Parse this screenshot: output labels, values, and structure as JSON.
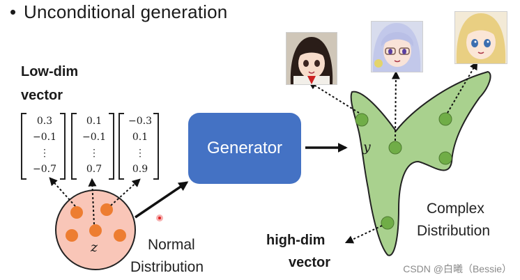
{
  "title": "Unconditional generation",
  "bullet": "•",
  "low_dim_label": [
    "Low-dim",
    "vector"
  ],
  "vectors": [
    [
      "0.3",
      "−0.1",
      "⋮",
      "−0.7"
    ],
    [
      "0.1",
      "−0.1",
      "⋮",
      "0.7"
    ],
    [
      "−0.3",
      "0.1",
      "⋮",
      "0.9"
    ]
  ],
  "z_label": "z",
  "normal_distribution": [
    "Normal",
    "Distribution"
  ],
  "generator": "Generator",
  "y_label": "y",
  "complex_distribution": [
    "Complex",
    "Distribution"
  ],
  "high_dim_label": [
    "high-dim",
    "vector"
  ],
  "watermark": "CSDN @白曦（Bessie）",
  "colors": {
    "generator": "#4472c4",
    "orange_dot": "#ed7d31",
    "circle_fill": "#f9c6b8",
    "blob_fill": "#a9d18e",
    "green_dot": "#70ad47"
  }
}
